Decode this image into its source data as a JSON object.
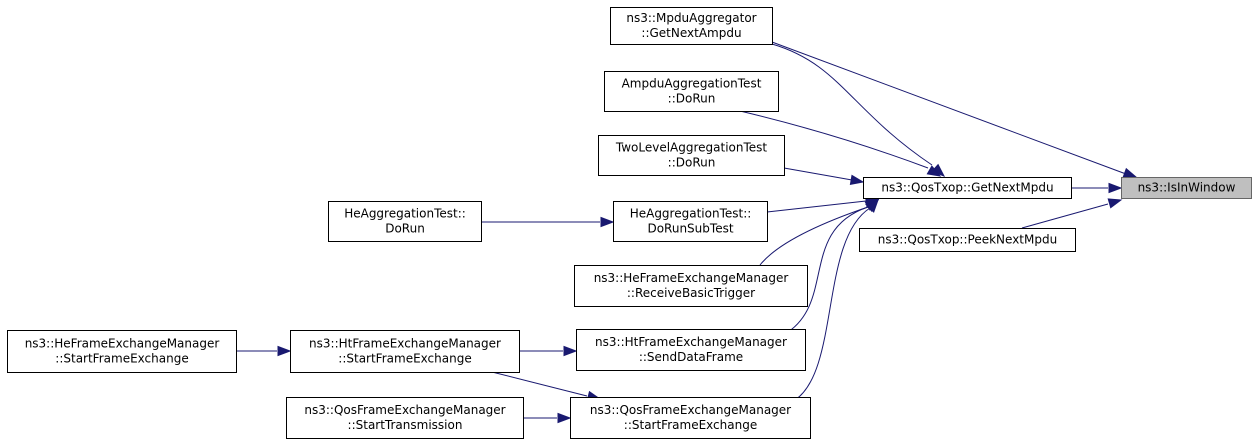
{
  "diagram": {
    "nodes": {
      "is_in_window": {
        "lines": [
          "ns3::IsInWindow"
        ]
      },
      "get_next_mpdu": {
        "lines": [
          "ns3::QosTxop::GetNextMpdu"
        ]
      },
      "peek_next_mpdu": {
        "lines": [
          "ns3::QosTxop::PeekNextMpdu"
        ]
      },
      "mpdu_aggregator": {
        "lines": [
          "ns3::MpduAggregator",
          "::GetNextAmpdu"
        ]
      },
      "ampdu_aggregation_test": {
        "lines": [
          "AmpduAggregationTest",
          "::DoRun"
        ]
      },
      "two_level_aggregation_test": {
        "lines": [
          "TwoLevelAggregationTest",
          "::DoRun"
        ]
      },
      "he_aggregation_test_dorunsubtest": {
        "lines": [
          "HeAggregationTest::",
          "DoRunSubTest"
        ]
      },
      "he_aggregation_test_dorun": {
        "lines": [
          "HeAggregationTest::",
          "DoRun"
        ]
      },
      "he_fem_receive_basic_trigger": {
        "lines": [
          "ns3::HeFrameExchangeManager",
          "::ReceiveBasicTrigger"
        ]
      },
      "ht_fem_send_data_frame": {
        "lines": [
          "ns3::HtFrameExchangeManager",
          "::SendDataFrame"
        ]
      },
      "qos_fem_start_frame_exchange": {
        "lines": [
          "ns3::QosFrameExchangeManager",
          "::StartFrameExchange"
        ]
      },
      "ht_fem_start_frame_exchange": {
        "lines": [
          "ns3::HtFrameExchangeManager",
          "::StartFrameExchange"
        ]
      },
      "he_fem_start_frame_exchange": {
        "lines": [
          "ns3::HeFrameExchangeManager",
          "::StartFrameExchange"
        ]
      },
      "qos_fem_start_transmission": {
        "lines": [
          "ns3::QosFrameExchangeManager",
          "::StartTransmission"
        ]
      }
    },
    "edges": [
      {
        "from": "mpdu_aggregator",
        "to": "is_in_window"
      },
      {
        "from": "get_next_mpdu",
        "to": "is_in_window"
      },
      {
        "from": "peek_next_mpdu",
        "to": "is_in_window"
      },
      {
        "from": "mpdu_aggregator",
        "to": "get_next_mpdu"
      },
      {
        "from": "ampdu_aggregation_test",
        "to": "get_next_mpdu"
      },
      {
        "from": "two_level_aggregation_test",
        "to": "get_next_mpdu"
      },
      {
        "from": "he_aggregation_test_dorunsubtest",
        "to": "get_next_mpdu"
      },
      {
        "from": "he_fem_receive_basic_trigger",
        "to": "get_next_mpdu"
      },
      {
        "from": "ht_fem_send_data_frame",
        "to": "get_next_mpdu"
      },
      {
        "from": "qos_fem_start_frame_exchange",
        "to": "get_next_mpdu"
      },
      {
        "from": "he_aggregation_test_dorun",
        "to": "he_aggregation_test_dorunsubtest"
      },
      {
        "from": "ht_fem_start_frame_exchange",
        "to": "ht_fem_send_data_frame"
      },
      {
        "from": "he_fem_start_frame_exchange",
        "to": "ht_fem_start_frame_exchange"
      },
      {
        "from": "ht_fem_start_frame_exchange",
        "to": "qos_fem_start_frame_exchange"
      },
      {
        "from": "qos_fem_start_transmission",
        "to": "qos_fem_start_frame_exchange"
      }
    ],
    "colors": {
      "edge": "#191970",
      "highlight_fill": "#bfbfbf",
      "node_border": "#000000",
      "background": "#ffffff"
    }
  }
}
